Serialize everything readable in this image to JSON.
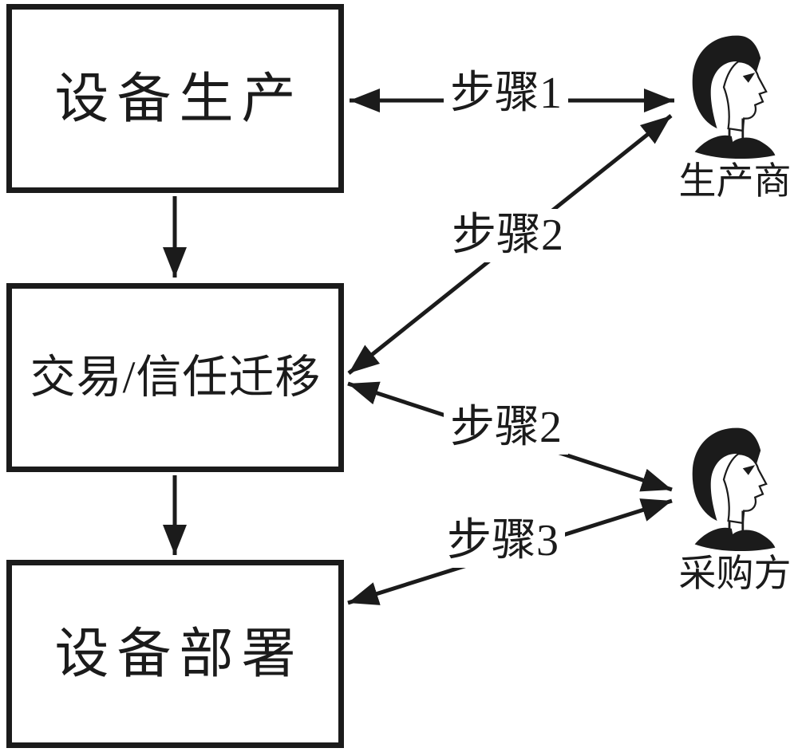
{
  "diagram": {
    "title": "device trust-transfer flow",
    "boxes": [
      {
        "id": "production",
        "label": "设备生产"
      },
      {
        "id": "transaction",
        "label": "交易/信任迁移"
      },
      {
        "id": "deployment",
        "label": "设备部署"
      }
    ],
    "steps": {
      "step1": "步骤1",
      "step2a": "步骤2",
      "step2b": "步骤2",
      "step3": "步骤3"
    },
    "actors": [
      {
        "id": "manufacturer",
        "label": "生产商",
        "icon": "person-profile-icon"
      },
      {
        "id": "purchaser",
        "label": "采购方",
        "icon": "person-profile-icon"
      }
    ],
    "colors": {
      "ink": "#1b1b1b",
      "background": "#ffffff"
    }
  }
}
